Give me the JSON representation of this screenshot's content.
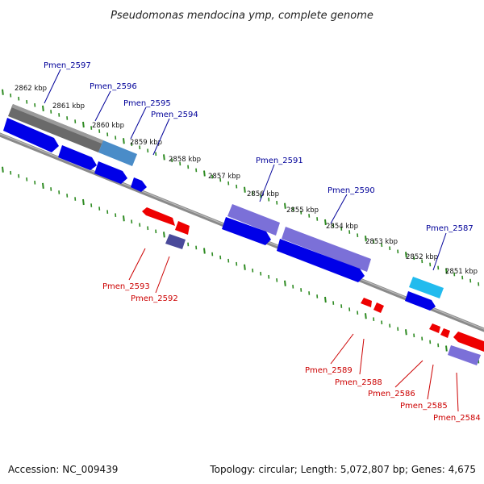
{
  "title": "Pseudomonas mendocina ymp, complete genome",
  "accession_text": "Accession: NC_009439",
  "summary_text": "Topology: circular; Length: 5,072,807 bp; Genes: 4,675",
  "scale_labels": [
    "2862 kbp",
    "2861 kbp",
    "2860 kbp",
    "2859 kbp",
    "2858 kbp",
    "2857 kbp",
    "2856 kbp",
    "2855 kbp",
    "2854 kbp",
    "2853 kbp",
    "2852 kbp",
    "2851 kbp"
  ],
  "colors": {
    "forward_gene": "#0000e8",
    "reverse_gene": "#ee0000",
    "forward_label": "#000099",
    "reverse_label": "#cc0000",
    "tick": "#2e8b22",
    "backbone": "#8a8a8a",
    "cds_purple": "#7b70d8",
    "cds_gray": "#6a6a6a",
    "cds_cyan": "#22bbee",
    "cds_steel": "#4a8cc8",
    "cds_dark_purple": "#4a4a9a"
  },
  "upper_labels": [
    "Pmen_2597",
    "Pmen_2596",
    "Pmen_2595",
    "Pmen_2594",
    "Pmen_2591",
    "Pmen_2590",
    "Pmen_2587"
  ],
  "lower_labels": [
    "Pmen_2593",
    "Pmen_2592",
    "Pmen_2589",
    "Pmen_2588",
    "Pmen_2586",
    "Pmen_2585",
    "Pmen_2584"
  ]
}
